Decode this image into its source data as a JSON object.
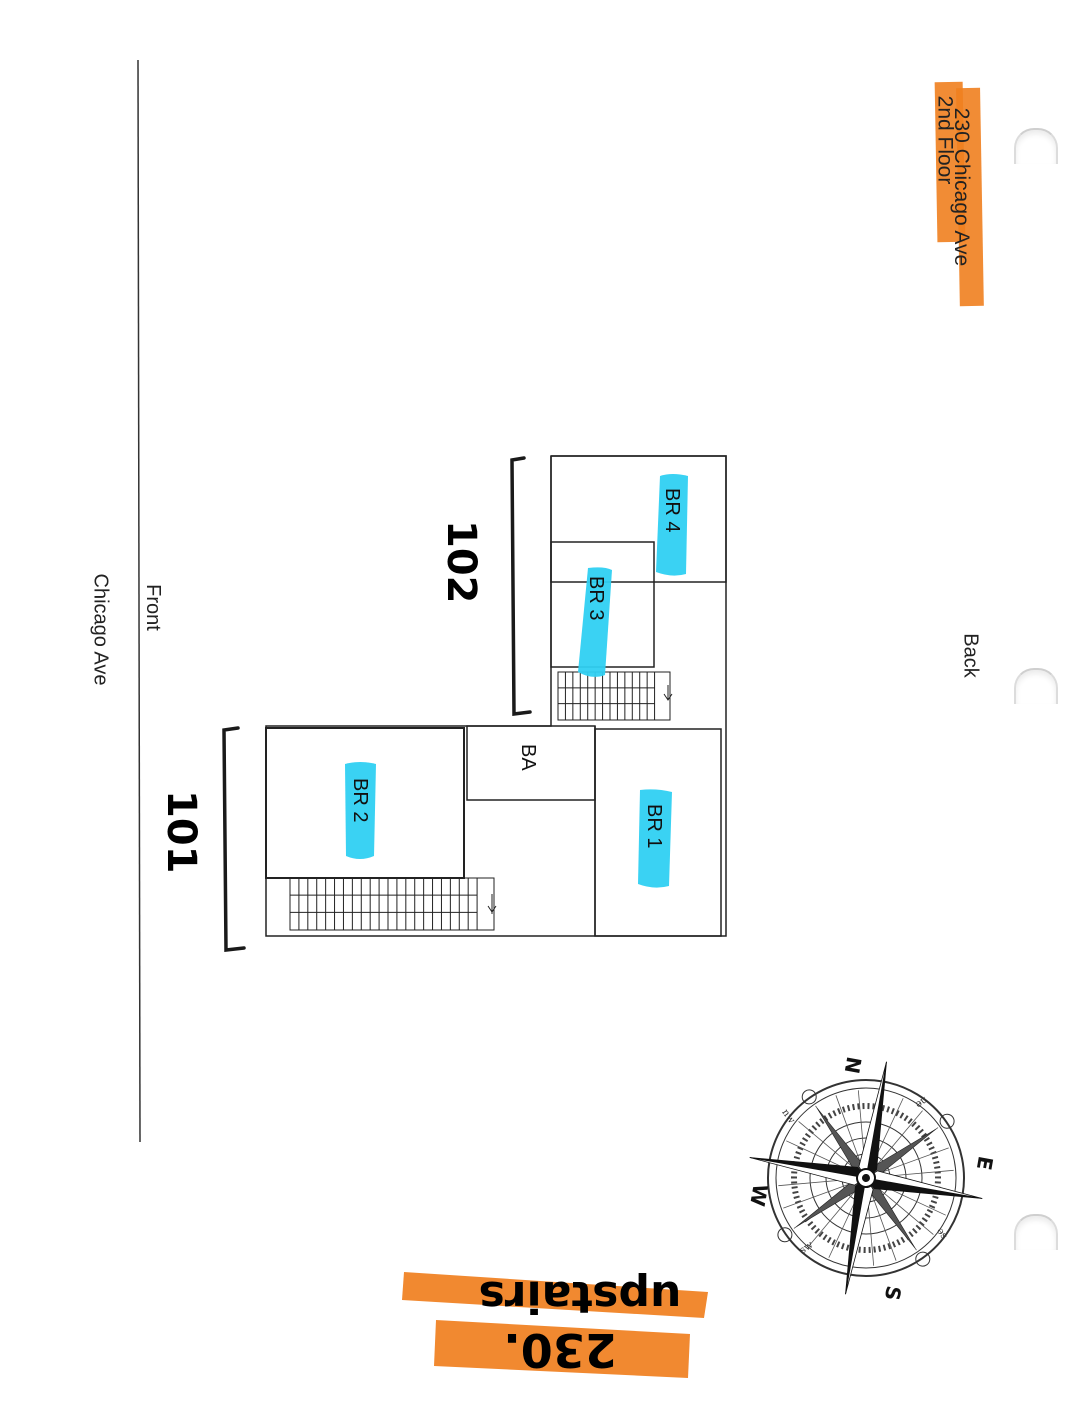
{
  "header_note": {
    "line1": "230 Chicago Ave",
    "line2": "2nd Floor",
    "highlight_color": "#f07f1f"
  },
  "labels": {
    "back": "Back",
    "front": "Front",
    "street": "Chicago Ave"
  },
  "rooms": {
    "br1": "BR 1",
    "br2": "BR 2",
    "br3": "BR 3",
    "br4": "BR 4",
    "ba": "BA"
  },
  "unit_numbers": {
    "unit_101": "101",
    "unit_102": "102"
  },
  "handwritten_note": {
    "line1": "230.",
    "line2": "upstairs",
    "highlight_color": "#f07f1f"
  },
  "compass": {
    "north": "N",
    "east": "E",
    "south": "S",
    "west": "W",
    "ne": "ne",
    "nw": "nw",
    "se": "se",
    "sw": "sw"
  },
  "colors": {
    "room_highlight": "#2fd0f2",
    "line": "#222222"
  },
  "icons": [
    "compass-rose-icon",
    "stairs-arrow-icon"
  ]
}
